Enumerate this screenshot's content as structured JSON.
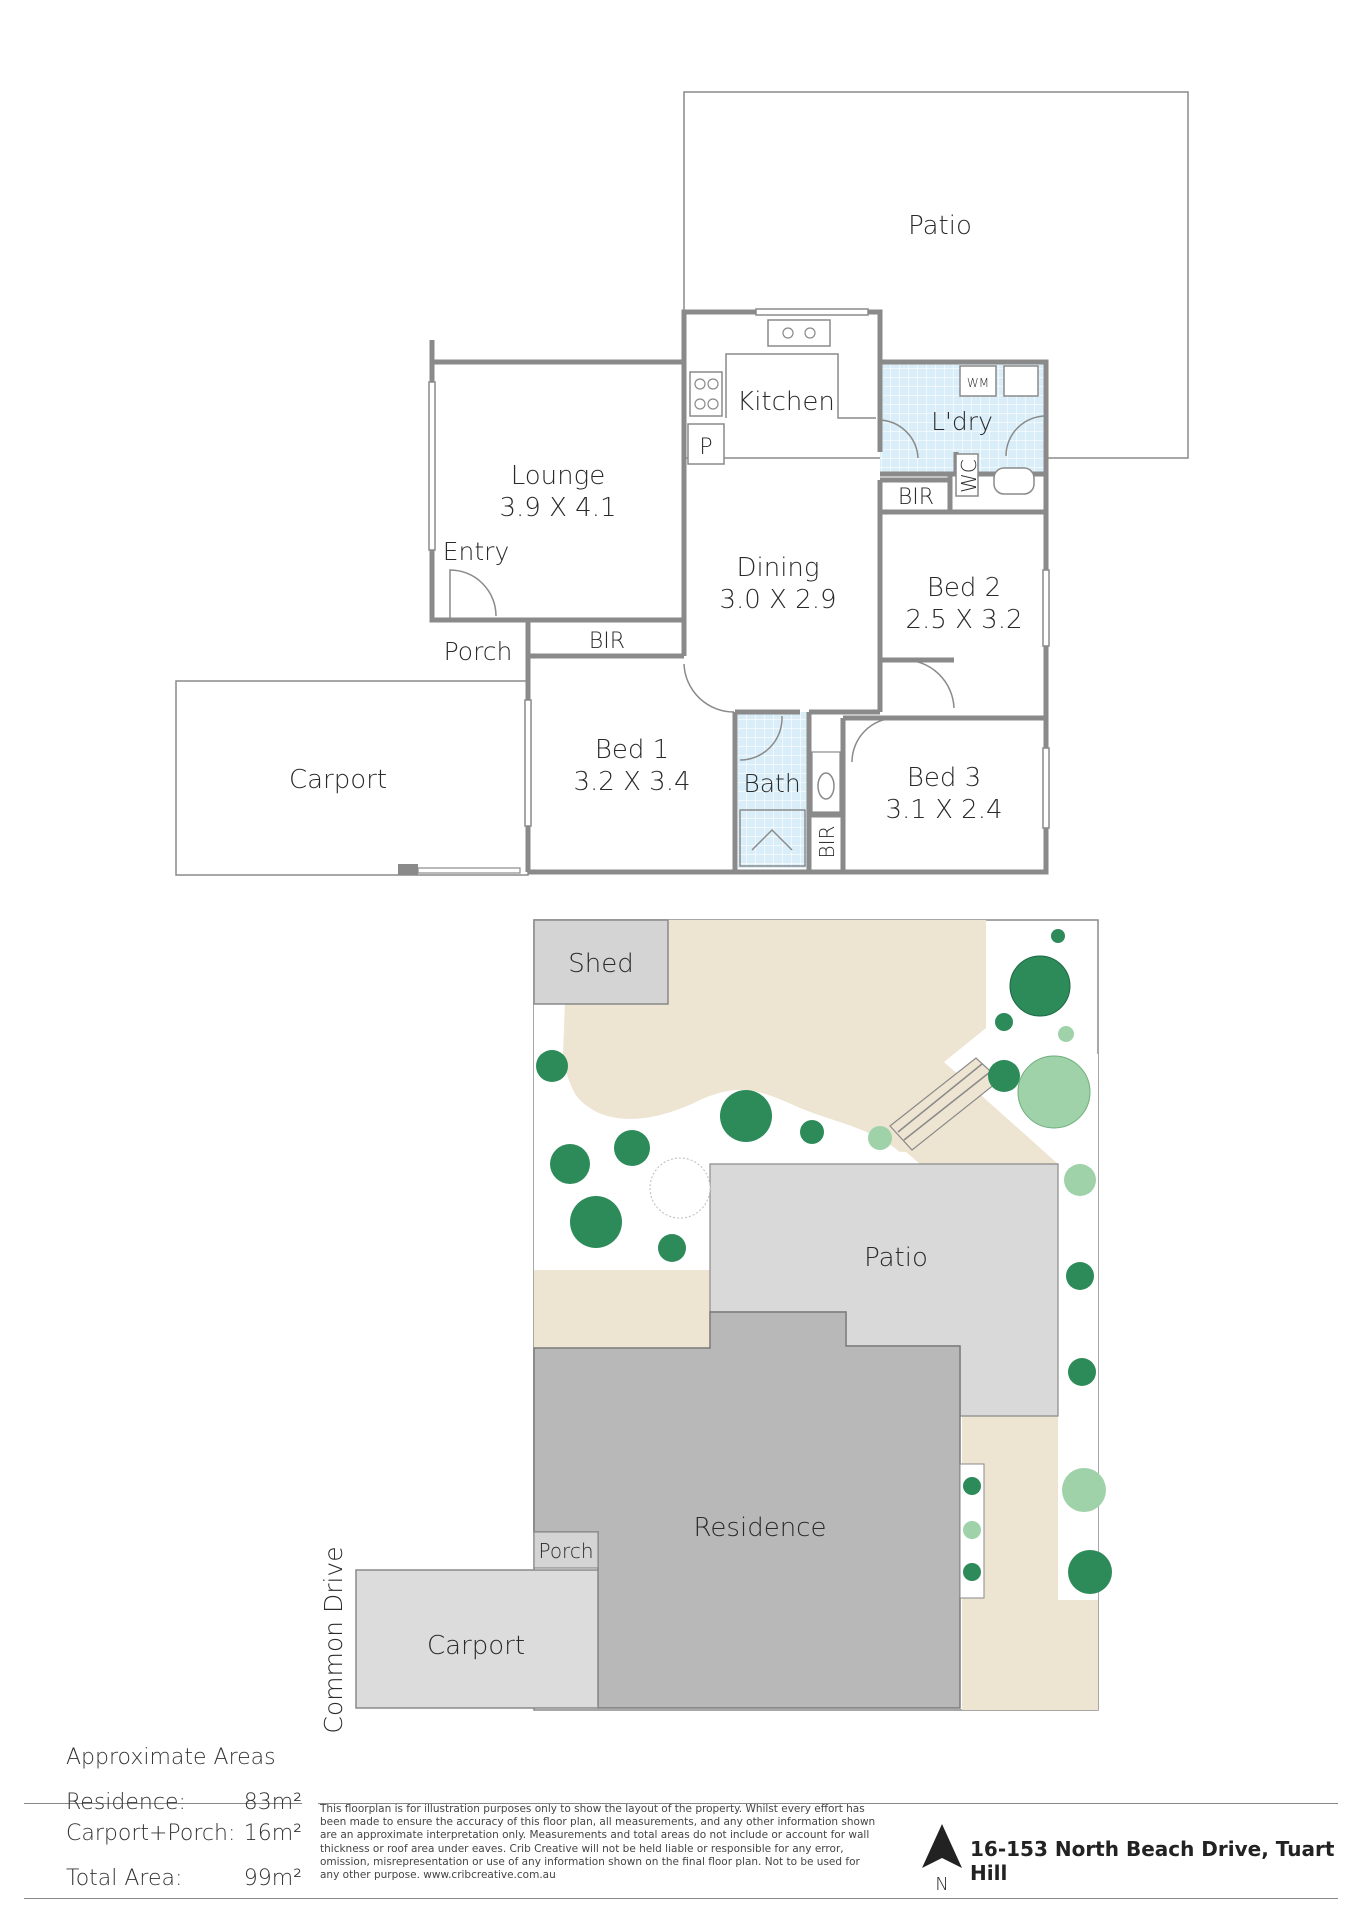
{
  "floorplan": {
    "rooms": {
      "patio": "Patio",
      "kitchen": "Kitchen",
      "laundry": "L'dry",
      "lounge_name": "Lounge",
      "lounge_dims": "3.9 X 4.1",
      "entry": "Entry",
      "pantry": "P",
      "wc": "WC",
      "bir_laundry": "BIR",
      "dining_name": "Dining",
      "dining_dims": "3.0 X 2.9",
      "bed2_name": "Bed 2",
      "bed2_dims": "2.5 X 3.2",
      "porch": "Porch",
      "bir_bed1": "BIR",
      "carport": "Carport",
      "bed1_name": "Bed 1",
      "bed1_dims": "3.2 X 3.4",
      "bath": "Bath",
      "bir_bath": "BIR",
      "bed3_name": "Bed 3",
      "bed3_dims": "3.1 X 2.4",
      "wm": "WM"
    }
  },
  "siteplan": {
    "shed": "Shed",
    "patio": "Patio",
    "residence": "Residence",
    "porch": "Porch",
    "carport": "Carport",
    "common_drive": "Common Drive"
  },
  "areas": {
    "title": "Approximate Areas",
    "rows": [
      {
        "label": "Residence:",
        "value": "83m²"
      },
      {
        "label": "Carport+Porch:",
        "value": "16m²"
      },
      {
        "label": "Total Area:",
        "value": "99m²"
      }
    ]
  },
  "disclaimer": "This floorplan is for illustration purposes only to show the layout of the property. Whilst every effort has been made to ensure the accuracy of this floor plan, all measurements, and any other information shown are an approximate interpretation only. Measurements and total areas do not include or account for wall thickness or roof area under eaves. Crib Creative will not be held liable or responsible for any error, omission, misrepresentation or use of any information shown on the final floor plan. Not to be used for any other purpose. www.cribcreative.com.au",
  "north_label": "N",
  "address": "16-153 North Beach Drive, Tuart Hill",
  "colors": {
    "wall": "#8a8a8a",
    "tile": "#d7ecf7",
    "lawn": "#ede4d2",
    "patio_site": "#d9d9d9",
    "residence": "#b8b8b8",
    "carport_site": "#dcdcdc",
    "shed": "#d4d4d4",
    "tree_dark": "#2d8b5a",
    "tree_light": "#9fd2a8"
  }
}
